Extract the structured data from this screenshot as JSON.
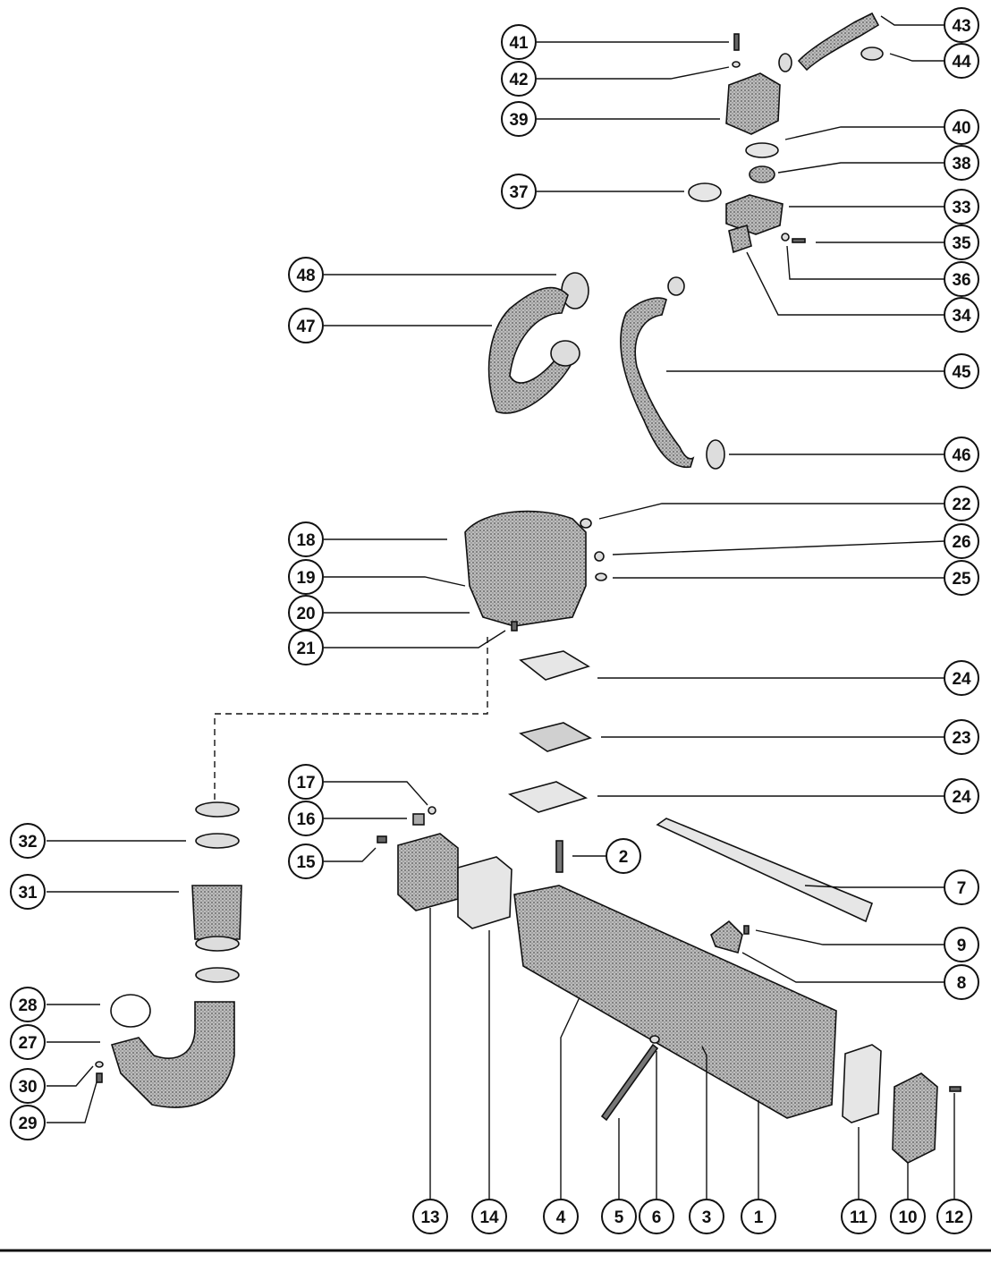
{
  "diagram": {
    "callouts": [
      "1",
      "2",
      "3",
      "4",
      "5",
      "6",
      "7",
      "8",
      "9",
      "10",
      "11",
      "12",
      "13",
      "14",
      "15",
      "16",
      "17",
      "18",
      "19",
      "20",
      "21",
      "22",
      "23",
      "24",
      "25",
      "26",
      "27",
      "28",
      "29",
      "30",
      "31",
      "32",
      "33",
      "34",
      "35",
      "36",
      "37",
      "38",
      "39",
      "40",
      "41",
      "42",
      "43",
      "44",
      "45",
      "46",
      "47",
      "48"
    ],
    "colors": {
      "ink": "#111111",
      "part_fill": "#9a9a9a",
      "part_light": "#d6d6d6",
      "paper": "#ffffff"
    }
  }
}
